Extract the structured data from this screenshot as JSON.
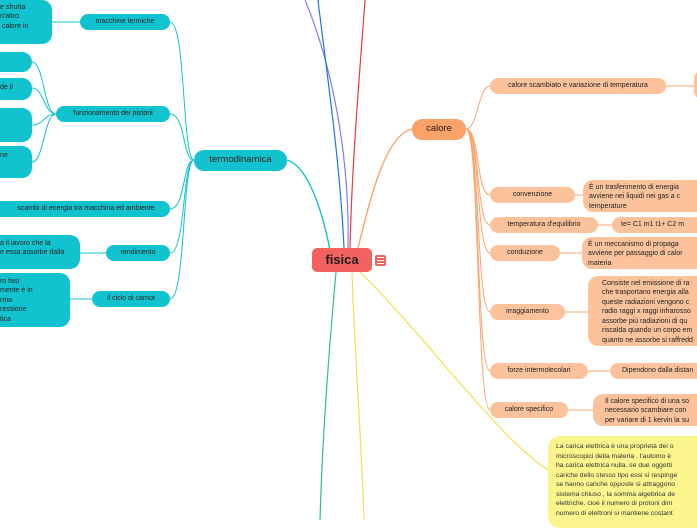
{
  "root": {
    "label": "fisica"
  },
  "colors": {
    "root": "#f4625f",
    "orange_branch": "#f9a36a",
    "teal_branch": "#11c3cf",
    "yellow_note": "#fcf58d"
  },
  "icons": {
    "root_menu": "menu-icon"
  },
  "calore": {
    "label": "calore",
    "children": [
      {
        "label": "calore scambiato e variazione di temperatura",
        "detail": ""
      },
      {
        "label": "convenzione",
        "detail": "È un trasferimento di energia\navviene nei liquidi nei gas a c\ntemperature"
      },
      {
        "label": "temperatura d'equilibrio",
        "detail": "te= C1 m1 t1+ C2 m"
      },
      {
        "label": "conduzione",
        "detail": "È un meccanismo di propaga\navviene per passaggio di calor\nmateria"
      },
      {
        "label": "irraggiamento",
        "detail": "Consiste nel emissione di ra\nche trasportano energia alla\nqueste radiazioni vengono c\nradio raggi x raggi infrarosso\nassorbe più radiazioni di qu\nriscalda quando un corpo em\nquanto ne assorbe si raffredd"
      },
      {
        "label": "forze intermolecolari",
        "detail": "Dipendono dalla distan"
      },
      {
        "label": "calore specifico",
        "detail": "Il calore specifico di una so\nnecessario scambiare con\nper variare di 1 kervin la su"
      }
    ]
  },
  "termodinamica": {
    "label": "termodinamica",
    "children": [
      {
        "label": "macchine termiche",
        "detail": "e sfrutta\nn'altro\n calore in"
      },
      {
        "label": "funzionamento dei pistoni",
        "details": [
          "",
          "de il",
          "",
          "ne"
        ]
      },
      {
        "label": "scambi di energia tra macchina ed ambiente",
        "detail": ""
      },
      {
        "label": "rendimento",
        "detail": "a il lavoro che la\ne essa assorbe dalla"
      },
      {
        "label": "il ciclo di carnot",
        "detail": "ro fasi\nmente è in\nrma\nressione\ntica"
      }
    ]
  },
  "note": {
    "text": "La carica elettrica è una proprietà dei o\nmicroscopici della materia . l'automo è \nha carica elettrica nulla. se due oggetti\ncariche dello stesso tipo essi si respinge\nse hanno cariche opposte si attraggono\nsistema chiuso , la somma algebrica de\nelettriche. cioè il numero di protoni dim\nnumero di elettroni si mantiene costant"
  }
}
